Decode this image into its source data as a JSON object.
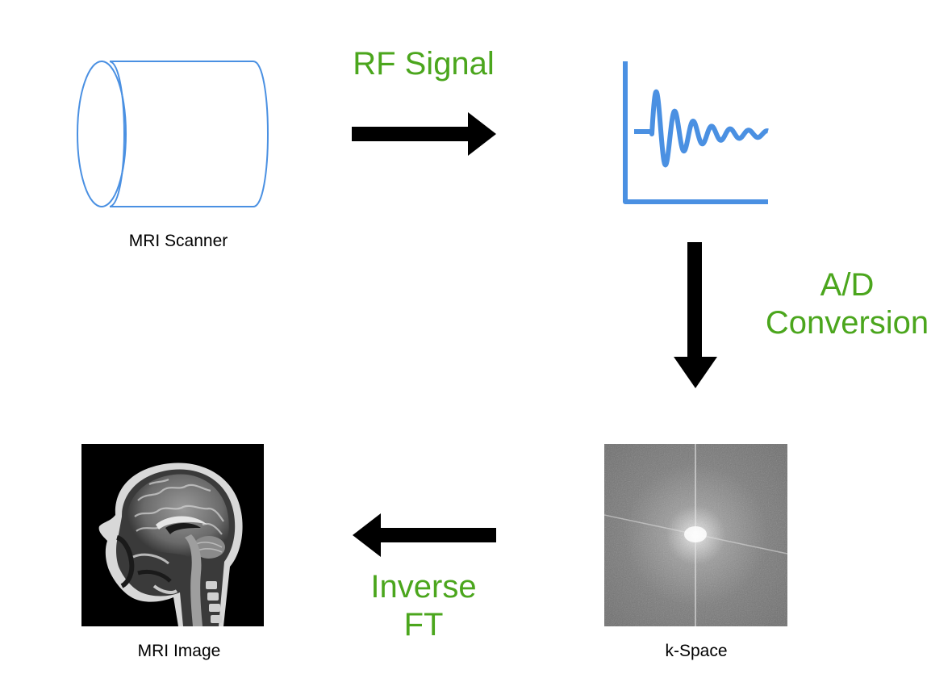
{
  "nodes": {
    "scanner": {
      "caption": "MRI Scanner",
      "icon": "mri-scanner-cylinder-icon",
      "color": "#4a90e2"
    },
    "signal": {
      "icon": "rf-signal-waveform-icon",
      "color": "#4a90e2"
    },
    "kspace": {
      "caption": "k-Space"
    },
    "image": {
      "caption": "MRI Image"
    }
  },
  "edges": {
    "rf": {
      "lines": [
        "RF Signal"
      ]
    },
    "ad": {
      "lines": [
        "A/D",
        "Conversion"
      ]
    },
    "ift": {
      "lines": [
        "Inverse",
        "FT"
      ]
    }
  },
  "colors": {
    "label": "#4ba61d",
    "arrow": "#000000",
    "icon": "#4a90e2"
  }
}
